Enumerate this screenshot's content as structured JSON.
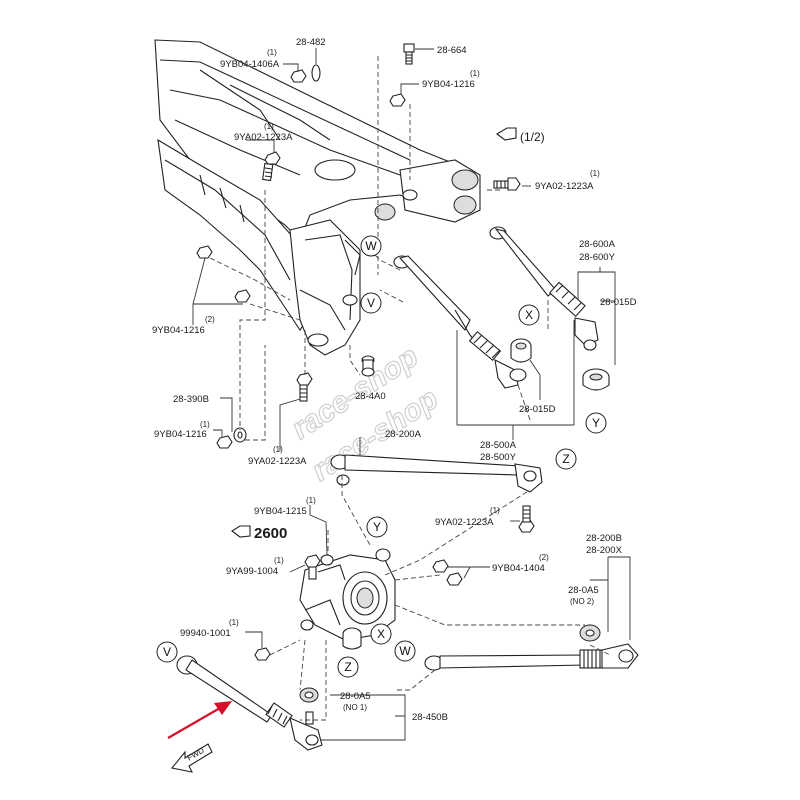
{
  "title": "Rear suspension exploded parts diagram",
  "labels": {
    "l_28_482": "28-482",
    "l_9yb04_1406a_qty": "(1)",
    "l_9yb04_1406a": "9YB04-1406A",
    "l_28_664": "28-664",
    "l_9yb04_1216_top_qty": "(1)",
    "l_9yb04_1216_top": "9YB04-1216",
    "l_9ya02_1223a_tl_qty": "(1)",
    "l_9ya02_1223a_tl": "9YA02-1223A",
    "l_ref_1_2": "(1/2)",
    "l_9ya02_1223a_tr_qty": "(1)",
    "l_9ya02_1223a_tr": "9YA02-1223A",
    "l_28_600a": "28-600A",
    "l_28_600y": "28-600Y",
    "l_28_015d_r": "28-015D",
    "l_9yb04_1216_l_qty": "(2)",
    "l_9yb04_1216_l": "9YB04-1216",
    "l_28_4a0": "28-4A0",
    "l_28_015d_c": "28-015D",
    "l_28_390b": "28-390B",
    "l_9yb04_1216_b_qty": "(1)",
    "l_9yb04_1216_b": "9YB04-1216",
    "l_28_200a": "28-200A",
    "l_28_500a": "28-500A",
    "l_28_500y": "28-500Y",
    "l_9ya02_1223a_b_qty": "(1)",
    "l_9ya02_1223a_b": "9YA02-1223A",
    "l_9yb04_1215_qty": "(1)",
    "l_9yb04_1215": "9YB04-1215",
    "l_9ya02_1223a_r_qty": "(1)",
    "l_9ya02_1223a_r": "9YA02-1223A",
    "l_ref_2600": "2600",
    "l_28_200b": "28-200B",
    "l_28_200x": "28-200X",
    "l_9ya99_1004_qty": "(1)",
    "l_9ya99_1004": "9YA99-1004",
    "l_9yb04_1404_qty": "(2)",
    "l_9yb04_1404": "9YB04-1404",
    "l_28_0a5_no2": "28-0A5",
    "l_no2": "(NO 2)",
    "l_99940_1001_qty": "(1)",
    "l_99940_1001": "99940-1001",
    "l_28_0a5_no1": "28-0A5",
    "l_no1": "(NO 1)",
    "l_28_450b": "28-450B",
    "fwd": "FWD"
  },
  "callouts": {
    "w_top": "W",
    "v_mid": "V",
    "x_top": "X",
    "y_right": "Y",
    "z_right": "Z",
    "y_knuckle": "Y",
    "x_knuckle": "X",
    "z_knuckle": "Z",
    "w_bottom": "W",
    "v_bottom": "V"
  },
  "watermark": "race-shop",
  "colors": {
    "arrow": "#d4102a",
    "line": "#222222",
    "watermark": "#cfcfcf"
  }
}
